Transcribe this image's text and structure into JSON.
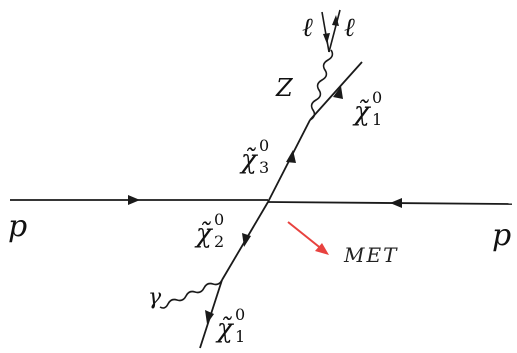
{
  "labels": {
    "proton_left": "p",
    "proton_right": "p",
    "lepton_1": "ℓ",
    "lepton_2": "ℓ",
    "z_boson": "Z",
    "photon": "γ",
    "chi1_top": {
      "base": "χ̃",
      "sup": "0",
      "sub": "1"
    },
    "chi3": {
      "base": "χ̃",
      "sup": "0",
      "sub": "3"
    },
    "chi2": {
      "base": "χ̃",
      "sup": "0",
      "sub": "2"
    },
    "chi1_bottom": {
      "base": "χ̃",
      "sup": "0",
      "sub": "1"
    },
    "met": "MET"
  },
  "colors": {
    "line": "#1a1a1a",
    "met_arrow": "#e8423f"
  }
}
